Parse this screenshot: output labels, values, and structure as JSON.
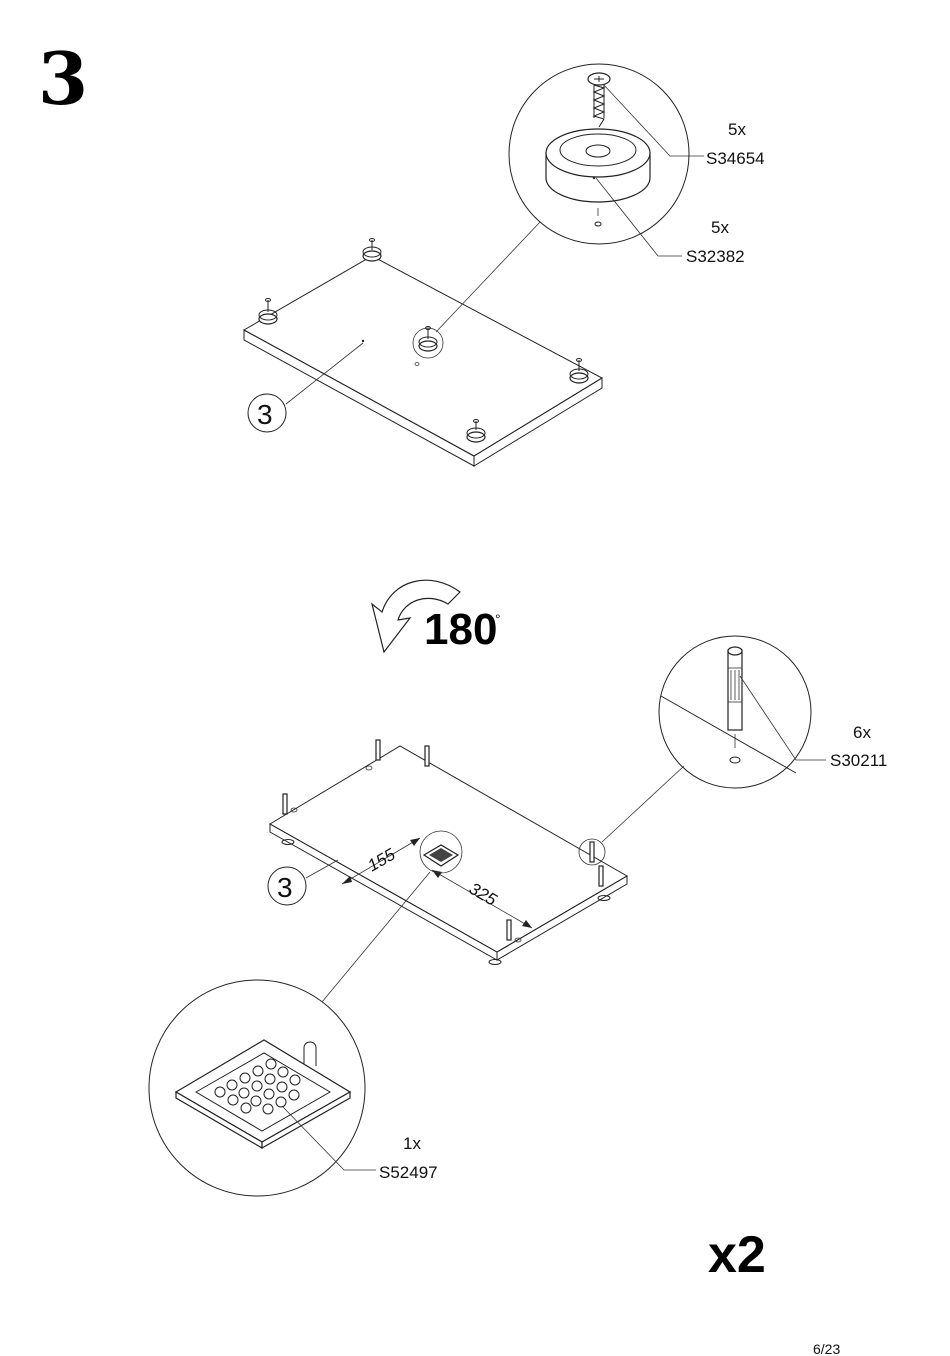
{
  "step_number": "3",
  "top_diagram": {
    "panel_label": "3",
    "callout_screw": {
      "qty": "5x",
      "code": "S34654"
    },
    "callout_glide": {
      "qty": "5x",
      "code": "S32382"
    }
  },
  "rotation": {
    "value": "180",
    "unit": "°"
  },
  "bottom_diagram": {
    "panel_label": "3",
    "dimension_a": "155",
    "dimension_b": "325",
    "callout_dowel": {
      "qty": "6x",
      "code": "S30211"
    },
    "callout_plate": {
      "qty": "1x",
      "code": "S52497"
    }
  },
  "multiplier": "x2",
  "page_number": "6/23"
}
